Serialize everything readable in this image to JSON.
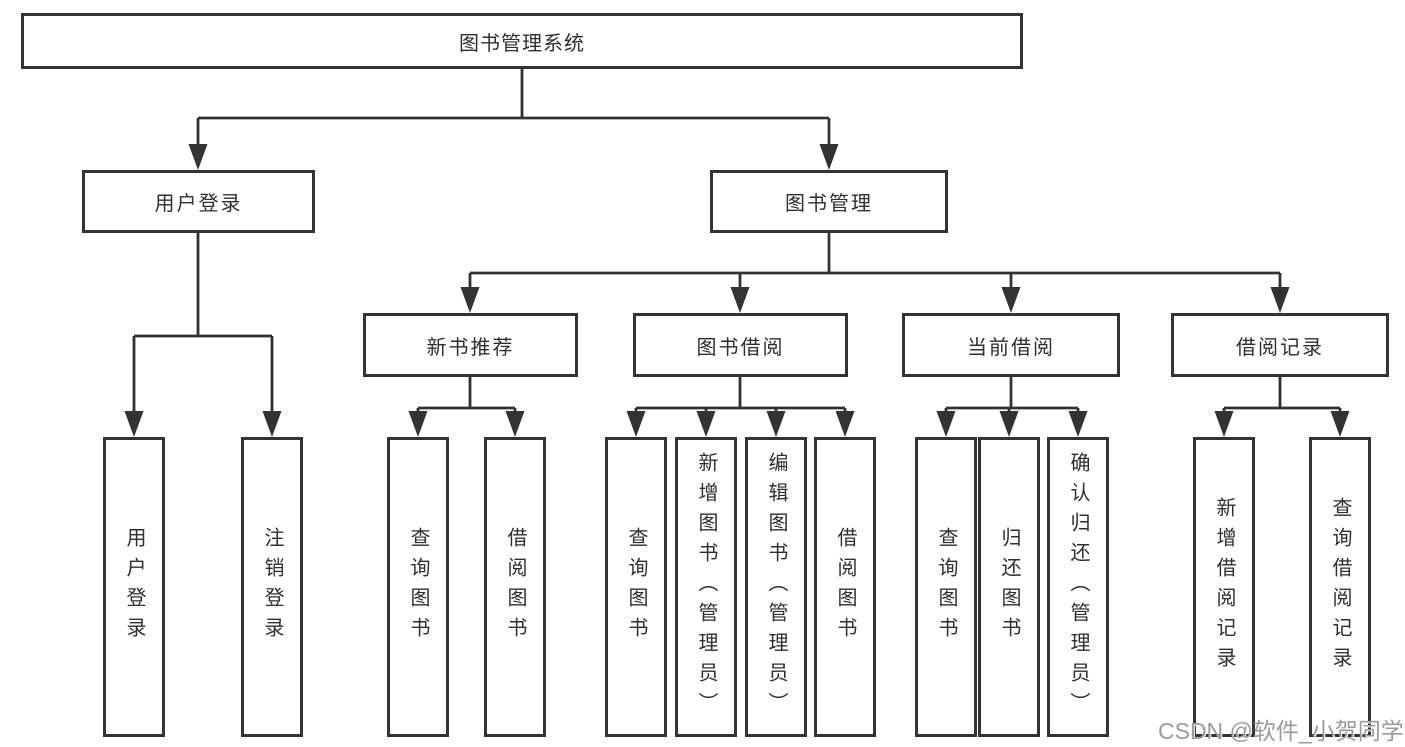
{
  "diagram": {
    "root": {
      "label": "图书管理系统"
    },
    "level2": {
      "user_login": {
        "label": "用户登录"
      },
      "book_mgmt": {
        "label": "图书管理"
      }
    },
    "level3": {
      "new_books": {
        "label": "新书推荐"
      },
      "book_borrow": {
        "label": "图书借阅"
      },
      "current_borrow": {
        "label": "当前借阅"
      },
      "borrow_records": {
        "label": "借阅记录"
      }
    },
    "leaves": {
      "user_login_leaf": {
        "label": "用户登录"
      },
      "logout_leaf": {
        "label": "注销登录"
      },
      "newbooks_query": {
        "label": "查询图书"
      },
      "newbooks_borrow": {
        "label": "借阅图书"
      },
      "borrow_query": {
        "label": "查询图书"
      },
      "borrow_add": {
        "label": "新增图书（管理员）"
      },
      "borrow_edit": {
        "label": "编辑图书（管理员）"
      },
      "borrow_borrow": {
        "label": "借阅图书"
      },
      "current_query": {
        "label": "查询图书"
      },
      "current_return": {
        "label": "归还图书"
      },
      "current_confirm": {
        "label": "确认归还（管理员）"
      },
      "records_add": {
        "label": "新增借阅记录"
      },
      "records_query": {
        "label": "查询借阅记录"
      }
    }
  },
  "watermark": {
    "text": "CSDN @软件_小贺同学"
  },
  "colors": {
    "line": "#333333",
    "box_border": "#333333",
    "text": "#2f2f2f",
    "watermark": "#9b9b9b",
    "background": "#ffffff"
  }
}
